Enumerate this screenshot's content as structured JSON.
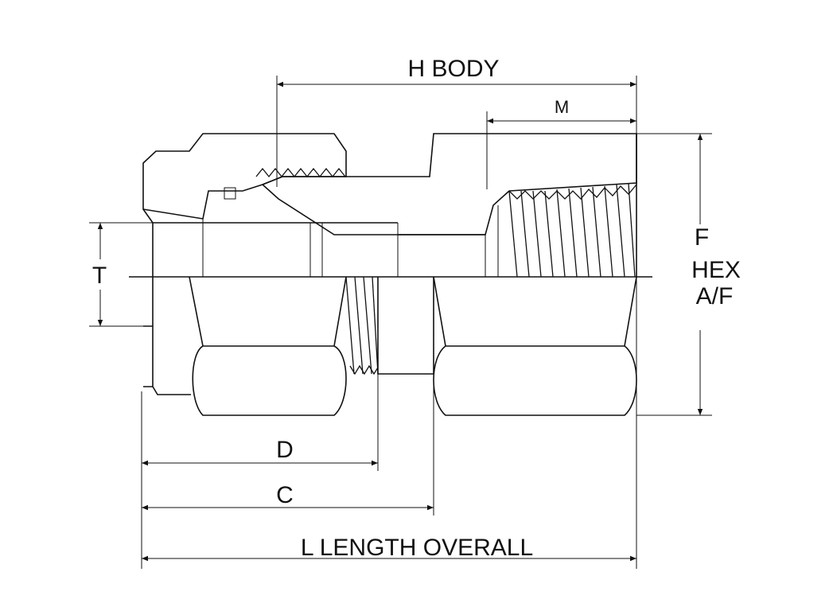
{
  "labels": {
    "h_body": "H BODY",
    "m": "M",
    "f": "F",
    "hex": "HEX",
    "af": "A/F",
    "t": "T",
    "d": "D",
    "c": "C",
    "l_overall": "L LENGTH OVERALL"
  },
  "colors": {
    "line": "#111111",
    "background": "#ffffff"
  }
}
